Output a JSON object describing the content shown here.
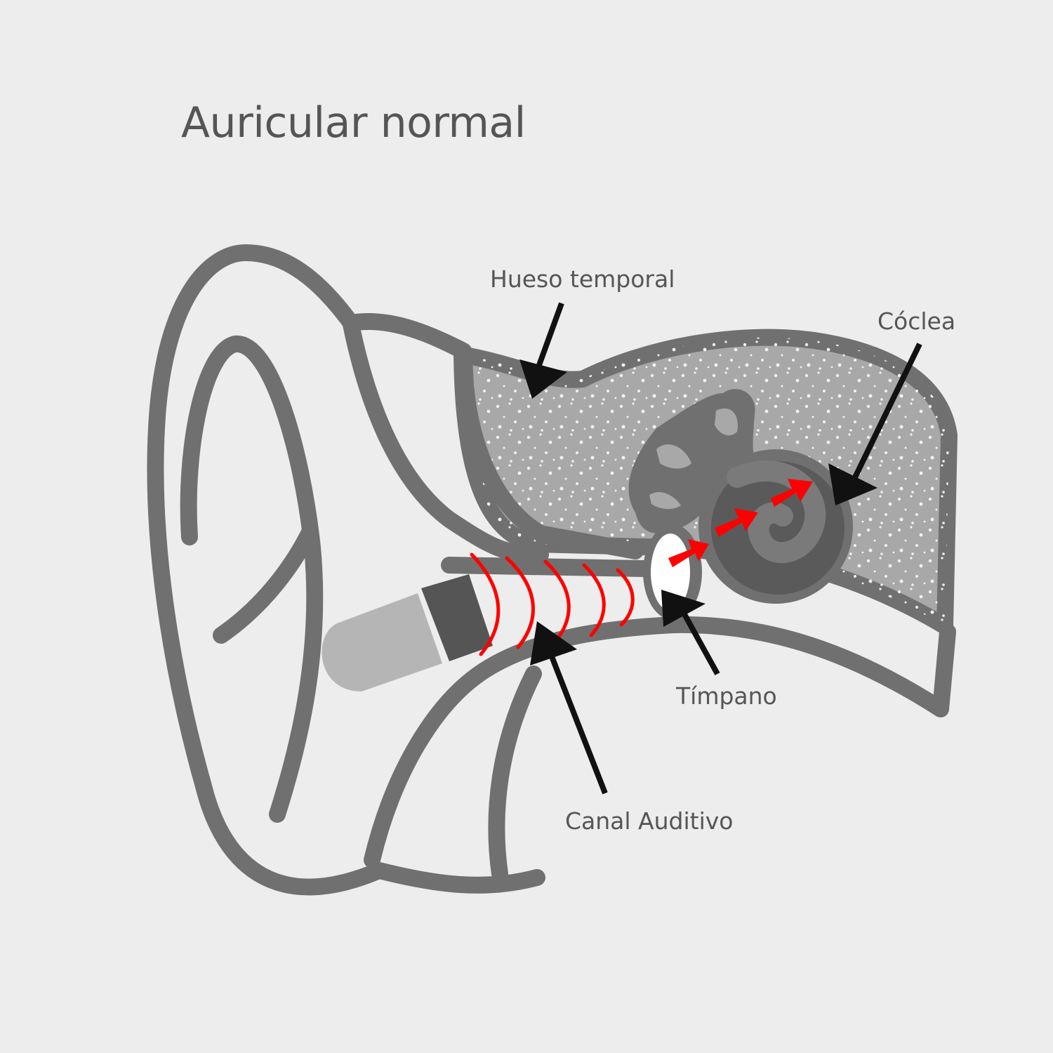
{
  "title": "Auricular normal",
  "labels": {
    "temporal_bone": "Hueso temporal",
    "cochlea": "Cóclea",
    "eardrum": "Tímpano",
    "ear_canal": "Canal Auditivo"
  },
  "colors": {
    "background": "#ededed",
    "outline": "#707070",
    "bone_fill": "#a8a8a8",
    "cochlea_dark": "#5a5a5a",
    "earphone_light": "#b5b5b5",
    "earphone_dark": "#555555",
    "sound_wave": "#ff0000",
    "pointer": "#111111",
    "text": "#555555"
  }
}
